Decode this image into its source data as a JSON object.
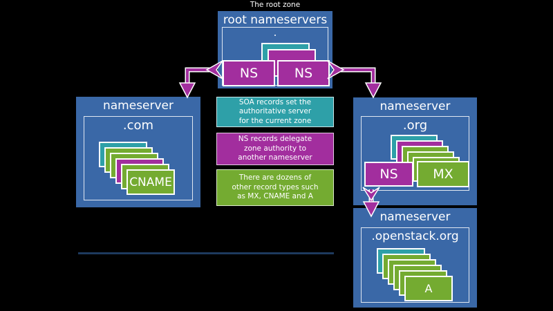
{
  "palette": {
    "background": "#000000",
    "panel_blue": "#3A68A7",
    "teal": "#2EA0A8",
    "magenta": "#A22E9E",
    "green": "#74AB31",
    "divider_navy": "#1E3A5E"
  },
  "root_zone_label": "The root zone",
  "root": {
    "title": "root nameservers",
    "zone": ".",
    "stack_colors": [
      "teal",
      "magenta"
    ],
    "ns_labels": [
      "NS",
      "NS"
    ]
  },
  "com": {
    "title": "nameserver",
    "zone": ".com",
    "stack_colors": [
      "teal",
      "green",
      "green",
      "magenta",
      "green",
      "green"
    ],
    "front_label": "CNAME"
  },
  "org": {
    "title": "nameserver",
    "zone": ".org",
    "stack_colors": [
      "teal",
      "magenta",
      "green",
      "green",
      "green"
    ],
    "ns_label": "NS",
    "mx_label": "MX"
  },
  "openstack": {
    "title": "nameserver",
    "zone": ".openstack.org",
    "stack_colors": [
      "teal",
      "green",
      "green",
      "green",
      "green",
      "green"
    ],
    "front_label": "A"
  },
  "legend": [
    {
      "color": "teal",
      "lines": [
        "SOA records set the",
        "authoritative server",
        "for the current zone"
      ]
    },
    {
      "color": "magenta",
      "lines": [
        "NS records delegate",
        "zone authority to",
        "another nameserver"
      ]
    },
    {
      "color": "green",
      "lines": [
        "There are dozens of",
        "other record types such",
        "as MX, CNAME and A"
      ]
    }
  ]
}
